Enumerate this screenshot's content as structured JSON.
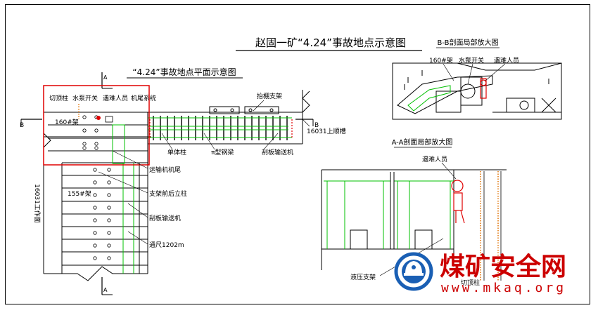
{
  "title": "赵固一矿“4.24”事故地点示意图",
  "plan": {
    "title": "“4.24”事故地点平面示意图",
    "labels": {
      "roof_cut_pillar": "切顶柱",
      "pump_switch": "水泵开关",
      "victim": "遇难人员",
      "tail_hydraulic": "机尾系统",
      "support_160": "160#架",
      "support_155": "155#架",
      "single_prop": "单体柱",
      "pi_beam": "π型钢梁",
      "scraper_1": "刮板输送机",
      "scraper_2": "刮板输送机",
      "conveyor_tail": "运输机机尾",
      "front_rear_props": "支架前后立柱",
      "rope_support": "抬棚支架",
      "haulage_gate": "16031上顺槽",
      "working_face": "16031工作面",
      "pass_length": "通尺1202m",
      "section_a": "A",
      "section_b": "B"
    }
  },
  "section_bb": {
    "title": "B-B剖面局部放大图",
    "labels": {
      "support": "160#架",
      "pump_switch": "水泵开关",
      "victim": "遇难人员"
    }
  },
  "section_aa": {
    "title": "A-A剖面局部放大图",
    "labels": {
      "victim": "遇难人员",
      "hydraulic_support": "液压支架",
      "roof_cut_pillar": "切顶柱"
    }
  },
  "watermark": {
    "name": "煤矿安全网",
    "url": "www.mkaq.org"
  },
  "colors": {
    "line": "#000000",
    "green": "#00c000",
    "red": "#e00000",
    "orange": "#e07000",
    "brand": "#cc0000",
    "logo_blue": "#1a5fb4"
  }
}
